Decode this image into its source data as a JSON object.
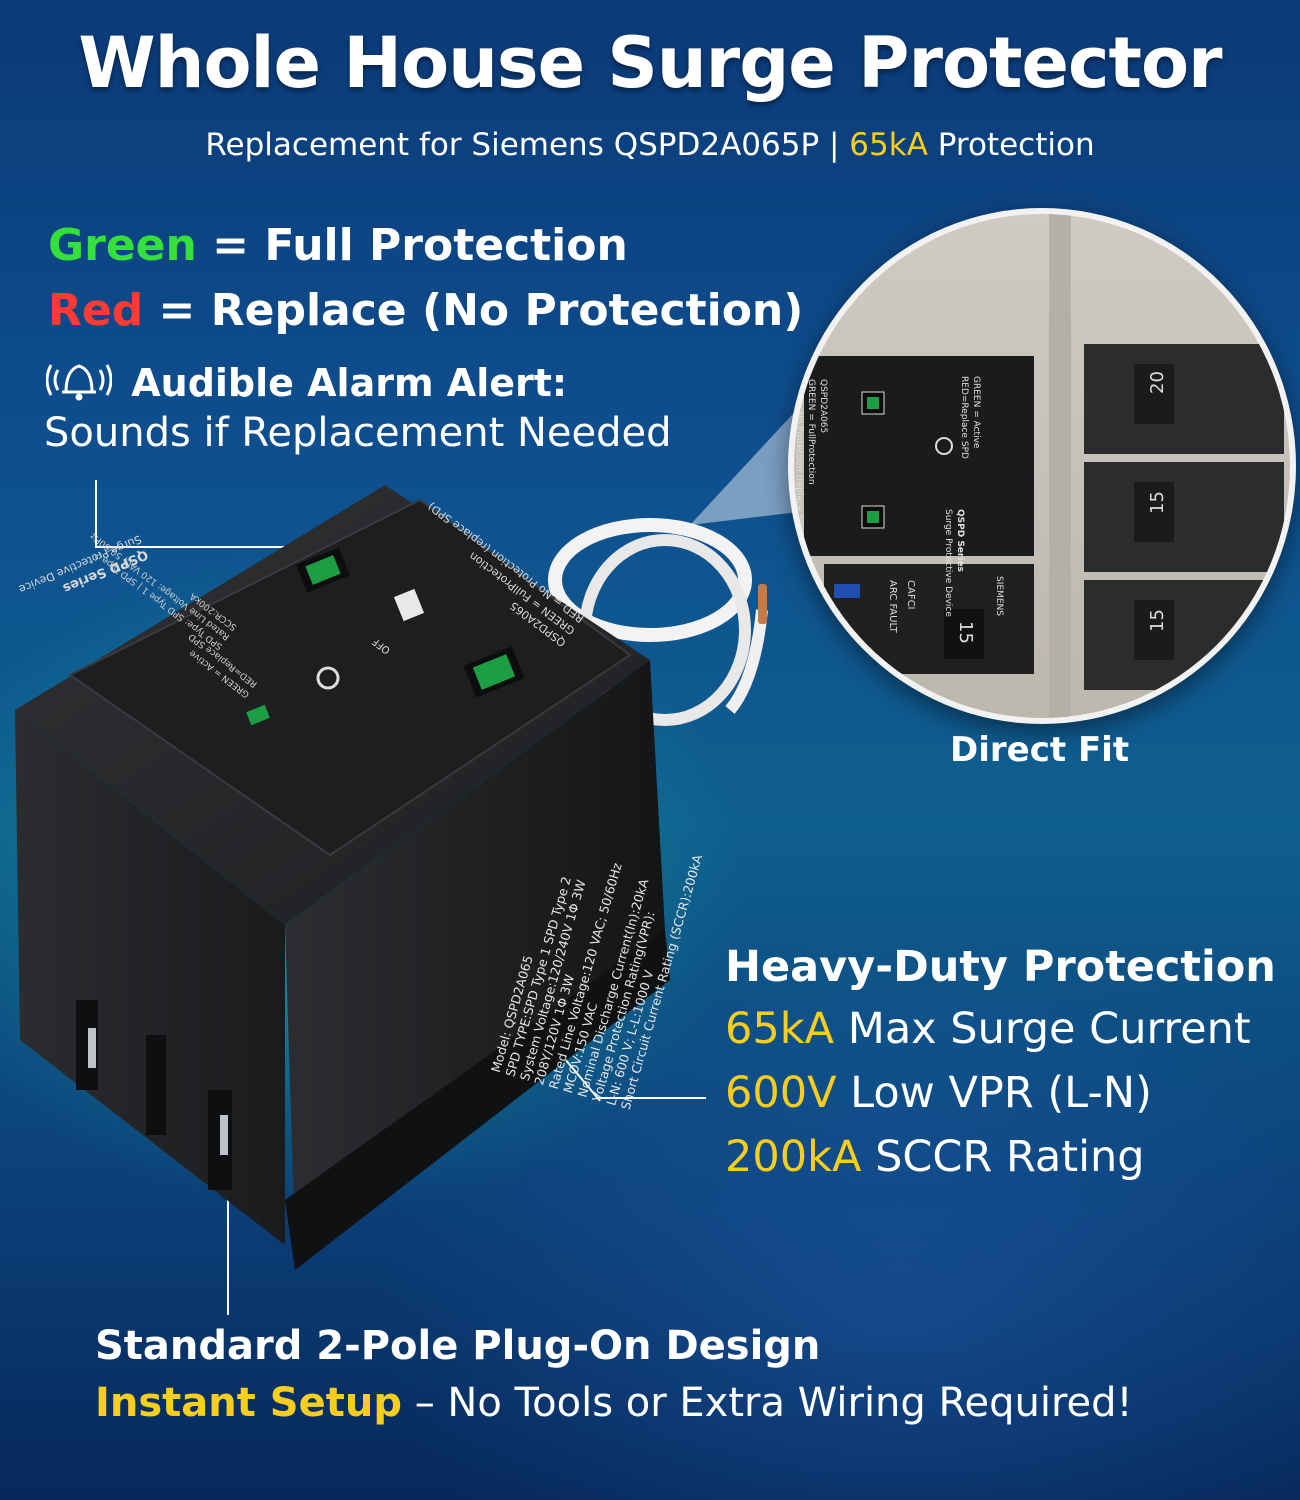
{
  "header": {
    "title": "Whole House Surge Protector",
    "subtitle_pre": "Replacement for Siemens QSPD2A065P |",
    "subtitle_highlight": "65kA",
    "subtitle_post": "Protection"
  },
  "status_legend": {
    "green_word": "Green",
    "green_rest": "= Full Protection",
    "red_word": "Red",
    "red_rest": "= Replace (No Protection)"
  },
  "alarm": {
    "icon": "bell-icon",
    "title": "Audible Alarm Alert:",
    "description": "Sounds if Replacement Needed"
  },
  "inset": {
    "caption": "Direct Fit",
    "panel_label_1": "GREEN = Active",
    "panel_label_2": "RED=Replace SPD",
    "panel_series": "QSPD Series",
    "panel_sub": "Surge Protective Device",
    "panel_model": "QSPD2A065",
    "panel_legend": "GREEN = FullProtection",
    "panel_legend_2": "RED = No Protection (replace SPD)",
    "breaker_20": "20",
    "breaker_15a": "15",
    "breaker_15b": "15",
    "breaker_15c": "15",
    "breaker_brand": "SIEMENS",
    "breaker_note": "CAFCI",
    "breaker_type": "ARC FAULT"
  },
  "device": {
    "top_series": "QSPD Series",
    "top_sub": "Surge Protective Device",
    "top_model": "QSPD2A065",
    "top_green": "GREEN = Active",
    "top_red": "RED=Replace SPD",
    "top_legend_1": "GREEN = FullProtection",
    "top_legend_2": "RED = No Protection (replace SPD)",
    "top_spec_1": "SPD Type: SPD Type 1 | SPD Type 2",
    "top_spec_2": "Rated Line Voltage: 120 VAC; 50/60Hz",
    "top_spec_3": "SCCR:200kA",
    "switch_label": "OFF",
    "side_lines": [
      "Model: QSPD2A065",
      "SPD TYPE:SPD Type 1 SPD Type 2",
      "System Voltage:120/240V 1Φ 3W",
      "208Y/120V 1Φ 3W",
      "Rated Line Voltage:120 VAC; 50/60Hz",
      "MCOV:150 VAC",
      "Nominal Discharge Current(In):20kA",
      "Voltage Protection Rating(VPR):",
      "L-N: 600 V; L-L:1000 V",
      "Short Circuit Current Rating (SCCR):200kA"
    ]
  },
  "heavy_duty": {
    "title": "Heavy-Duty Protection",
    "line1_value": "65kA",
    "line1_text": "Max Surge Current",
    "line2_value": "600V",
    "line2_text": "Low VPR (L-N)",
    "line3_value": "200kA",
    "line3_text": "SCCR Rating"
  },
  "footer": {
    "title": "Standard 2-Pole Plug-On Design",
    "highlight": "Instant Setup",
    "rest": " – No Tools or Extra Wiring Required!"
  },
  "colors": {
    "accent_yellow": "#f7cd1e",
    "green": "#35e03a",
    "red": "#ff3a34",
    "background_top": "#0b3a78",
    "background_glow": "#3cdcc8"
  }
}
